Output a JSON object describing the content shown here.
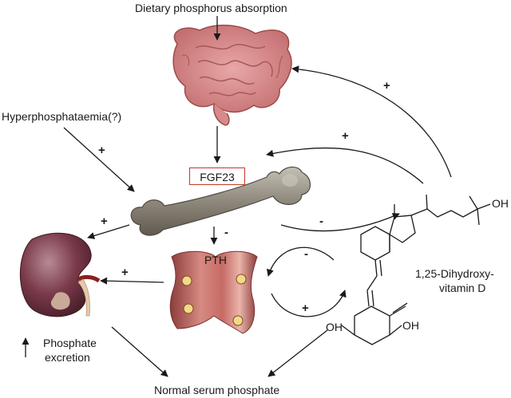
{
  "labels": {
    "dietary": "Dietary phosphorus absorption",
    "hyper": "Hyperphosphataemia(?)",
    "fgf23": "FGF23",
    "pth": "PTH",
    "vitd_line1": "1,25-Dihydroxy-",
    "vitd_line2": "vitamin D",
    "oh_top": "OH",
    "oh_left": "OH",
    "oh_right": "OH",
    "phosphate_line1": "Phosphate",
    "phosphate_line2": "excretion",
    "normal": "Normal serum phosphate",
    "up_arrow": "↑"
  },
  "signs": {
    "plus": "+",
    "minus": "-"
  },
  "colors": {
    "gut": "#d98b8b",
    "gut_dark": "#9c4b4b",
    "bone": "#8a8378",
    "bone_light": "#b8b2a6",
    "kidney": "#7a3a4a",
    "parathyroid": "#c96e6e",
    "fgf23_border": "#c0392b",
    "arrow": "#1a1a1a"
  }
}
